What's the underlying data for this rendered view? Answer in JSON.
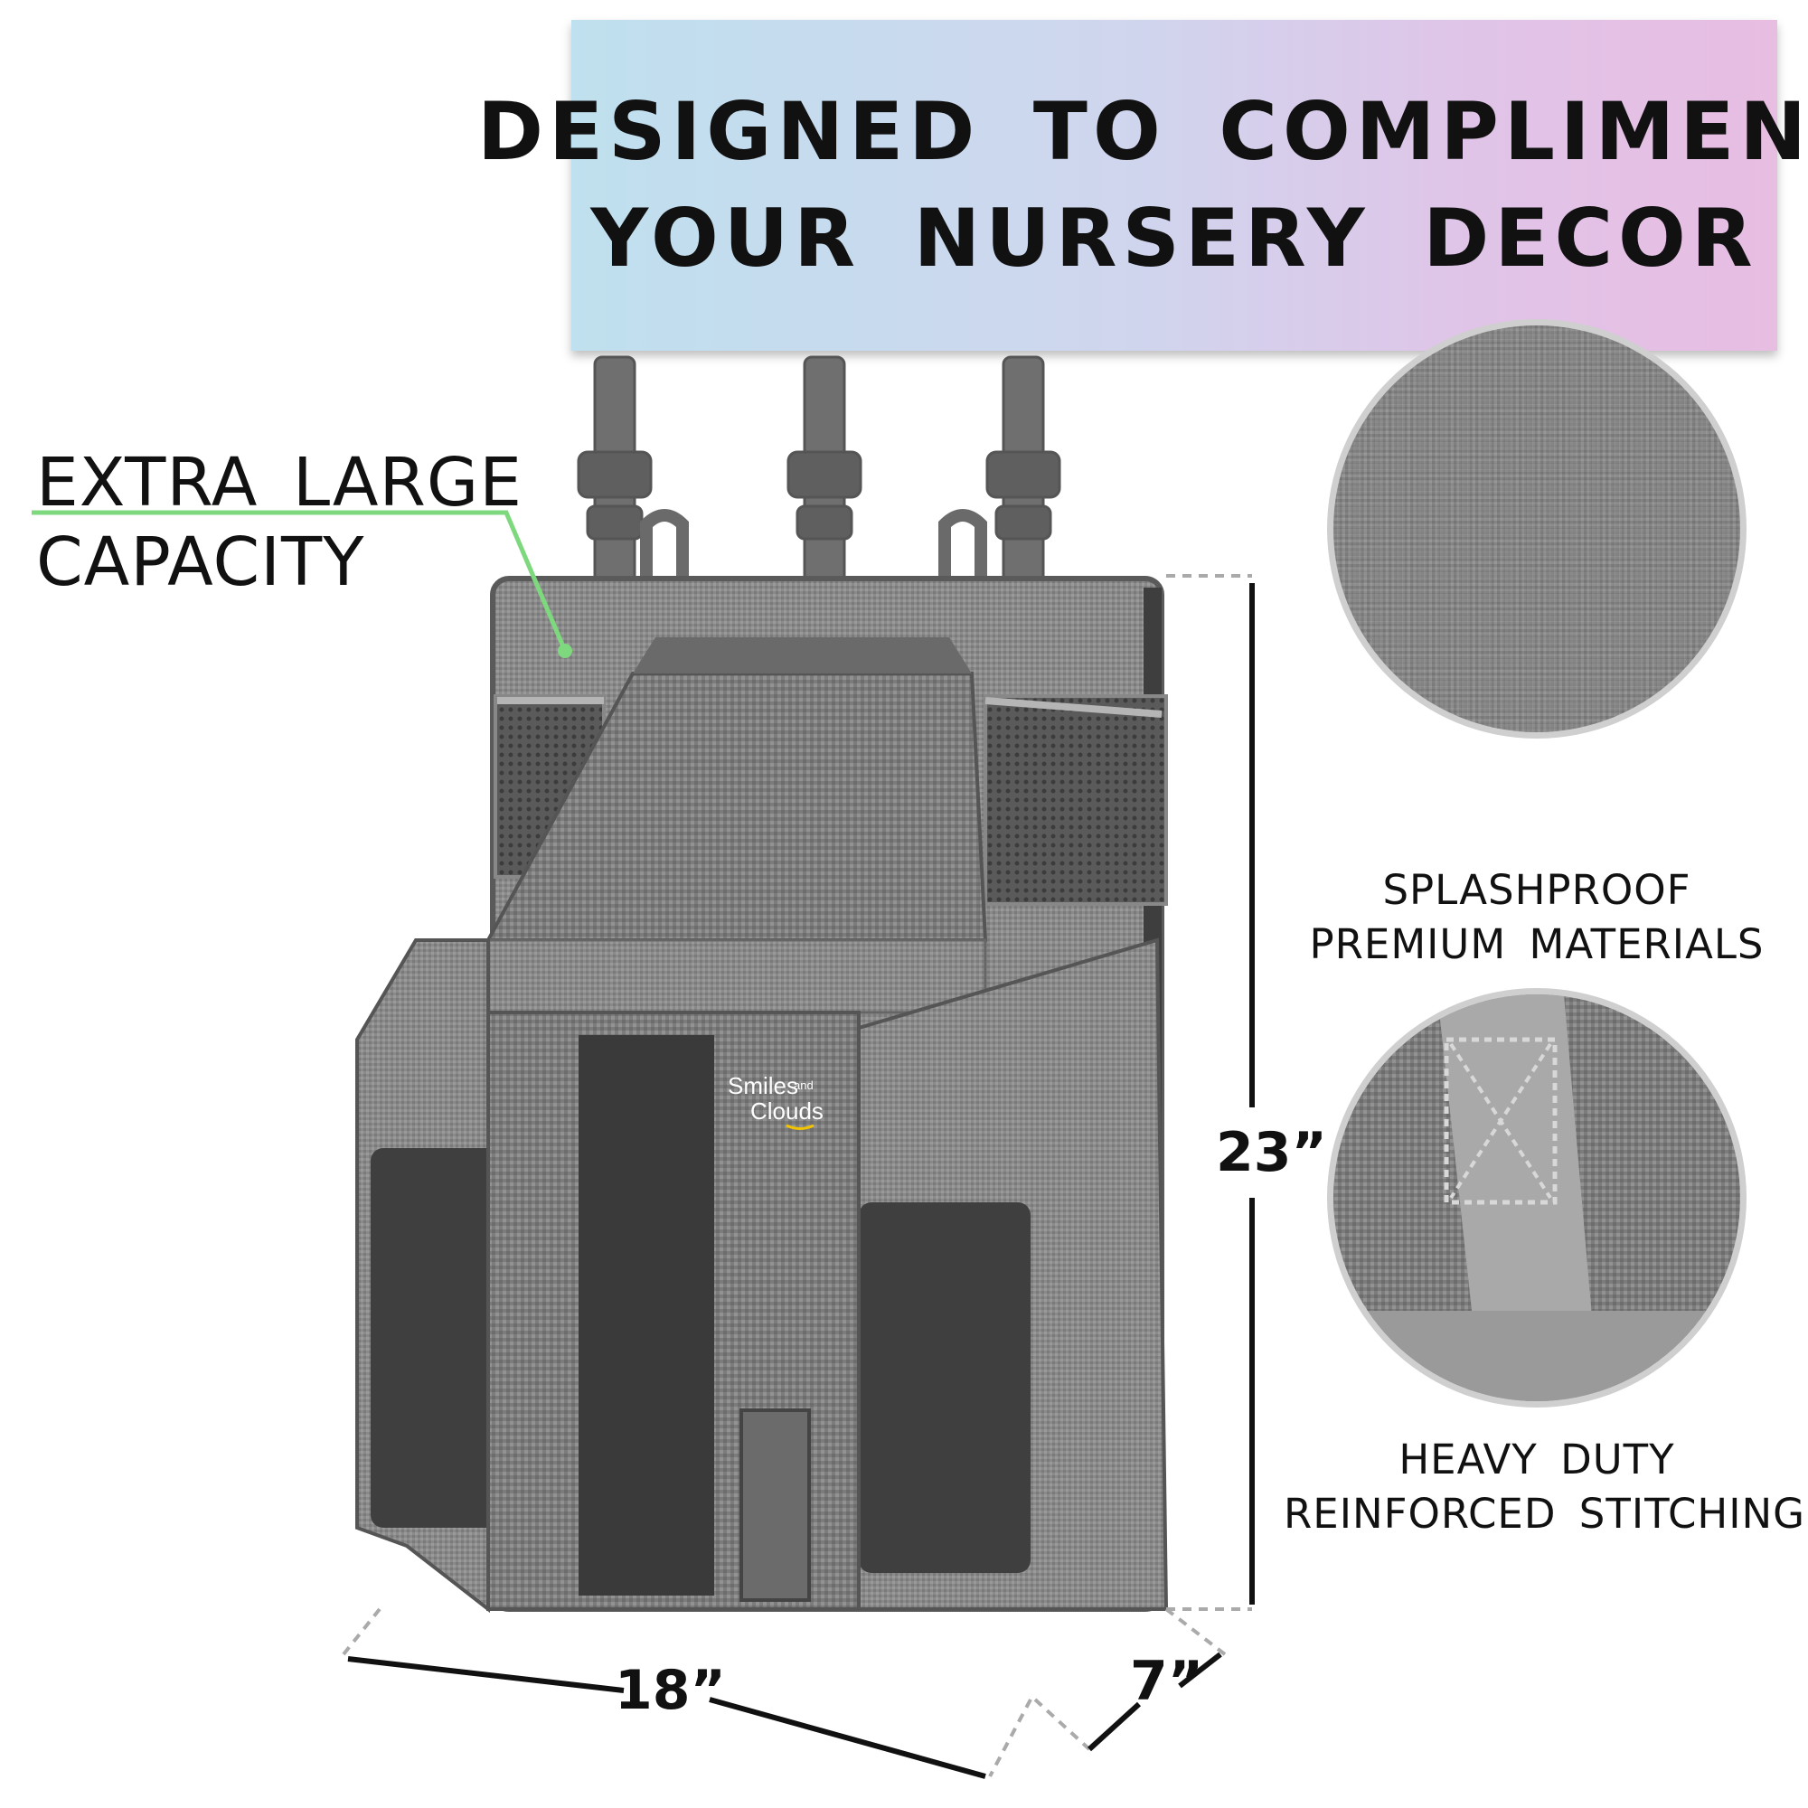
{
  "banner": {
    "line1": "DESIGNED TO COMPLIMENT",
    "line2": "YOUR NURSERY DECOR"
  },
  "callout": {
    "line1": "EXTRA LARGE",
    "line2": "CAPACITY",
    "accent_color": "#7ed87e"
  },
  "product": {
    "brand_line1": "Smiles",
    "brand_small": "and",
    "brand_line2": "Clouds"
  },
  "features": [
    {
      "line1": "SPLASHPROOF",
      "line2": "PREMIUM MATERIALS",
      "icon": "fabric-swatch-icon"
    },
    {
      "line1": "HEAVY DUTY",
      "line2": "REINFORCED STITCHING",
      "icon": "stitching-swatch-icon"
    }
  ],
  "dimensions": {
    "height": "23”",
    "width": "18”",
    "depth": "7”"
  }
}
